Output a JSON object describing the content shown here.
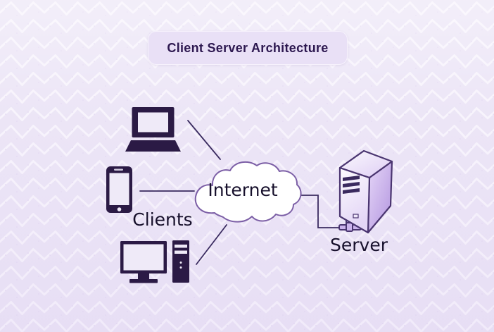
{
  "title": {
    "text": "Client Server Architecture"
  },
  "diagram": {
    "cloud": {
      "label": "Internet"
    },
    "clients": {
      "label": "Clients",
      "device_icons": [
        "laptop-icon",
        "smartphone-icon",
        "desktop-computer-icon"
      ]
    },
    "server": {
      "label": "Server",
      "icon": "server-tower-icon"
    },
    "connections": [
      {
        "from": "laptop",
        "to": "internet-cloud"
      },
      {
        "from": "smartphone",
        "to": "internet-cloud"
      },
      {
        "from": "desktop-computer",
        "to": "internet-cloud"
      },
      {
        "from": "internet-cloud",
        "to": "server"
      }
    ]
  },
  "colors": {
    "background": "#EBE4F6",
    "zigzag_pattern": "#F7F3FC",
    "banner_fill": "#E9E0F6",
    "banner_border": "#F6F1FC",
    "title_text": "#2D1850",
    "device_icon": "#2B1A45",
    "screen_fill": "#EFEAF8",
    "cloud_fill": "#FFFFFF",
    "cloud_outline": "#7C5FA6",
    "server_front": "#F5EFFC",
    "server_side": "#C9B0EA",
    "server_outline": "#4A3570",
    "connection_line": "#3A2B60",
    "label_text": "#17102C"
  }
}
